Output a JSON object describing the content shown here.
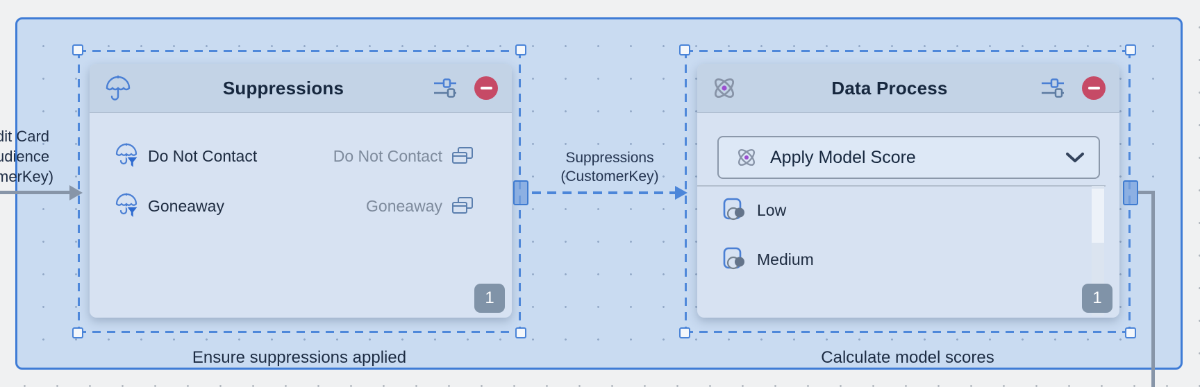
{
  "colors": {
    "accent_blue": "#3f7cd6",
    "selection_blue": "#4f88da",
    "icon_blue": "#4a7fd4",
    "steel_icon": "#5c7ba1",
    "danger_red": "#c64a66",
    "connector_gray": "#8795a8",
    "badge_gray": "#8093a8",
    "region_fill": "#c9dbf1",
    "card_header_fill": "#c3d3e6",
    "card_body_fill": "#d7e2f2",
    "text_dark": "#1c2b42",
    "text_muted": "#7d8a9c",
    "atom_nucleus_purple": "#9b4fd0"
  },
  "incoming_edge": {
    "label_line1": "dit Card",
    "label_line2": "udience",
    "label_line3": "merKey)"
  },
  "suppressions": {
    "title": "Suppressions",
    "rows": [
      {
        "label": "Do Not Contact",
        "value": "Do Not Contact"
      },
      {
        "label": "Goneaway",
        "value": "Goneaway"
      }
    ],
    "badge": "1",
    "caption": "Ensure suppressions applied"
  },
  "edge": {
    "label_line1": "Suppressions",
    "label_line2": "(CustomerKey)"
  },
  "data_process": {
    "title": "Data Process",
    "dropdown_value": "Apply Model Score",
    "rows": [
      {
        "label": "Low"
      },
      {
        "label": "Medium"
      }
    ],
    "badge": "1",
    "caption": "Calculate model scores"
  }
}
